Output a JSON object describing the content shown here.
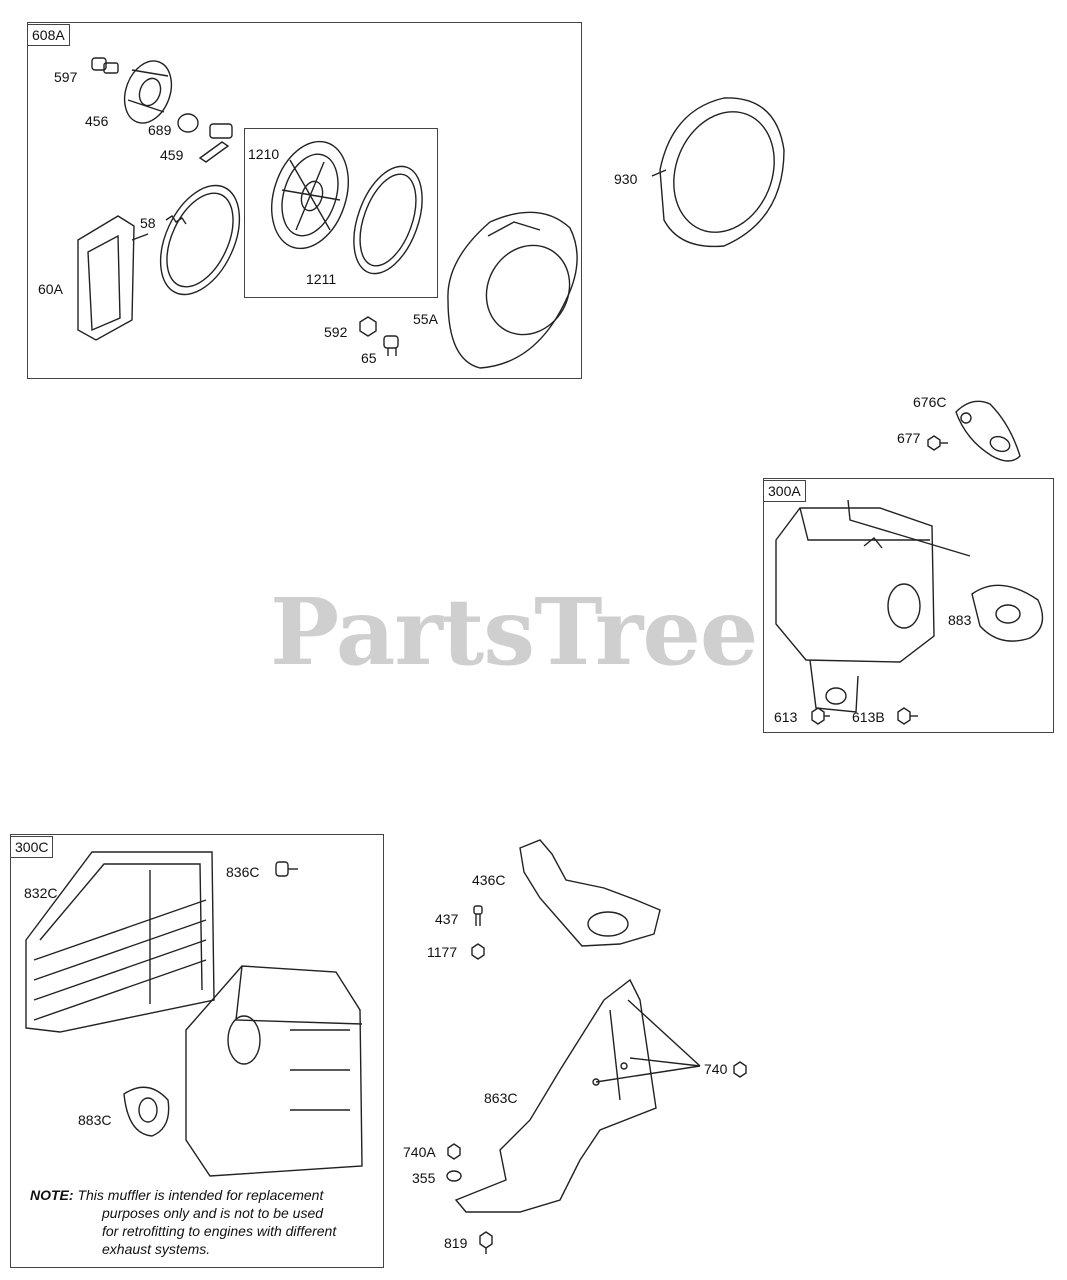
{
  "watermark": "PartsTree",
  "groups": {
    "g608A": "608A",
    "g1210box": "",
    "g300A": "300A",
    "g300C": "300C"
  },
  "parts": {
    "p597": "597",
    "p456": "456",
    "p689": "689",
    "p459": "459",
    "p1210": "1210",
    "p58": "58",
    "p1211": "1211",
    "p60A": "60A",
    "p592": "592",
    "p65": "65",
    "p55A": "55A",
    "p930": "930",
    "p676C": "676C",
    "p677": "677",
    "p883": "883",
    "p613": "613",
    "p613B": "613B",
    "p836C": "836C",
    "p832C": "832C",
    "p883C": "883C",
    "p436C": "436C",
    "p437": "437",
    "p1177": "1177",
    "p740": "740",
    "p863C": "863C",
    "p740A": "740A",
    "p355": "355",
    "p819": "819"
  },
  "note": {
    "prefix": "NOTE:",
    "line1": "This muffler is intended for replacement",
    "line2": "purposes only and is not to be used",
    "line3": "for retrofitting to engines with different",
    "line4": "exhaust systems."
  }
}
